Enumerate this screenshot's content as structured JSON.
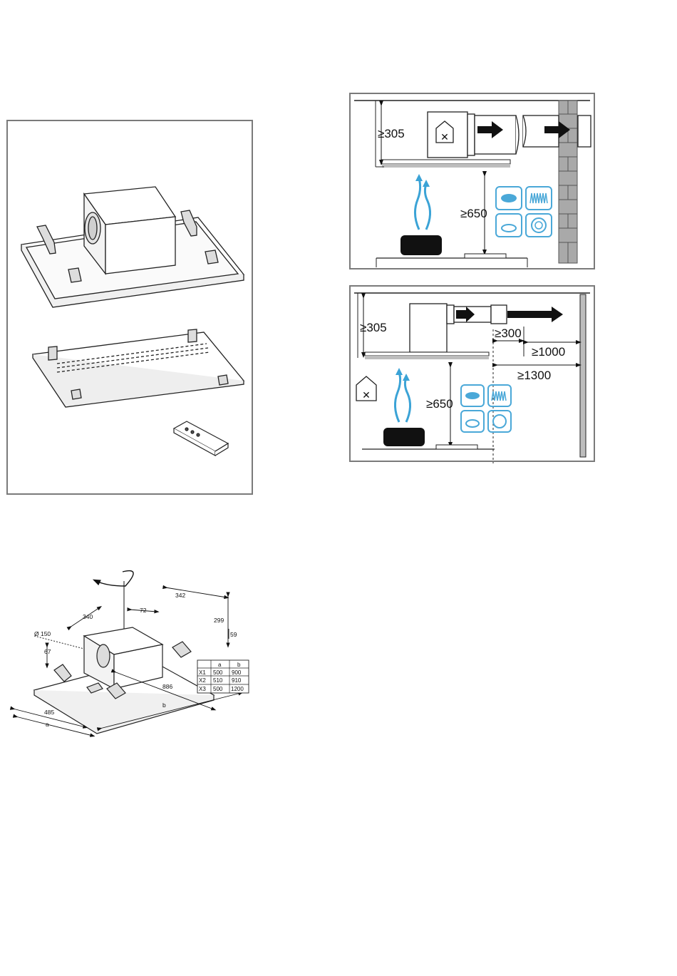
{
  "install_panel_1": {
    "clearance_top": "≥305",
    "clearance_hob": "≥650"
  },
  "install_panel_2": {
    "clearance_top": "≥305",
    "clearance_hob": "≥650",
    "clearance_duct": "≥300",
    "clearance_wall_1": "≥1000",
    "clearance_wall_2": "≥1300"
  },
  "dimension_drawing": {
    "d_342": "342",
    "d_340": "340",
    "d_72": "72",
    "d_299": "299",
    "d_59": "59",
    "d_150": "Ø 150",
    "d_67": "67",
    "d_886": "886",
    "d_485": "485",
    "label_a": "a",
    "label_b": "b",
    "table": {
      "headers": [
        "",
        "a",
        "b"
      ],
      "rows": [
        [
          "X1",
          "500",
          "900"
        ],
        [
          "X2",
          "510",
          "910"
        ],
        [
          "X3",
          "500",
          "1200"
        ]
      ]
    }
  },
  "colors": {
    "line": "#222222",
    "frame": "#7a7a7a",
    "air_blue": "#3ba3d6",
    "icon_blue": "#4aa8d8",
    "brick": "#a9a9a9",
    "hood_grey": "#bdbdbd"
  }
}
